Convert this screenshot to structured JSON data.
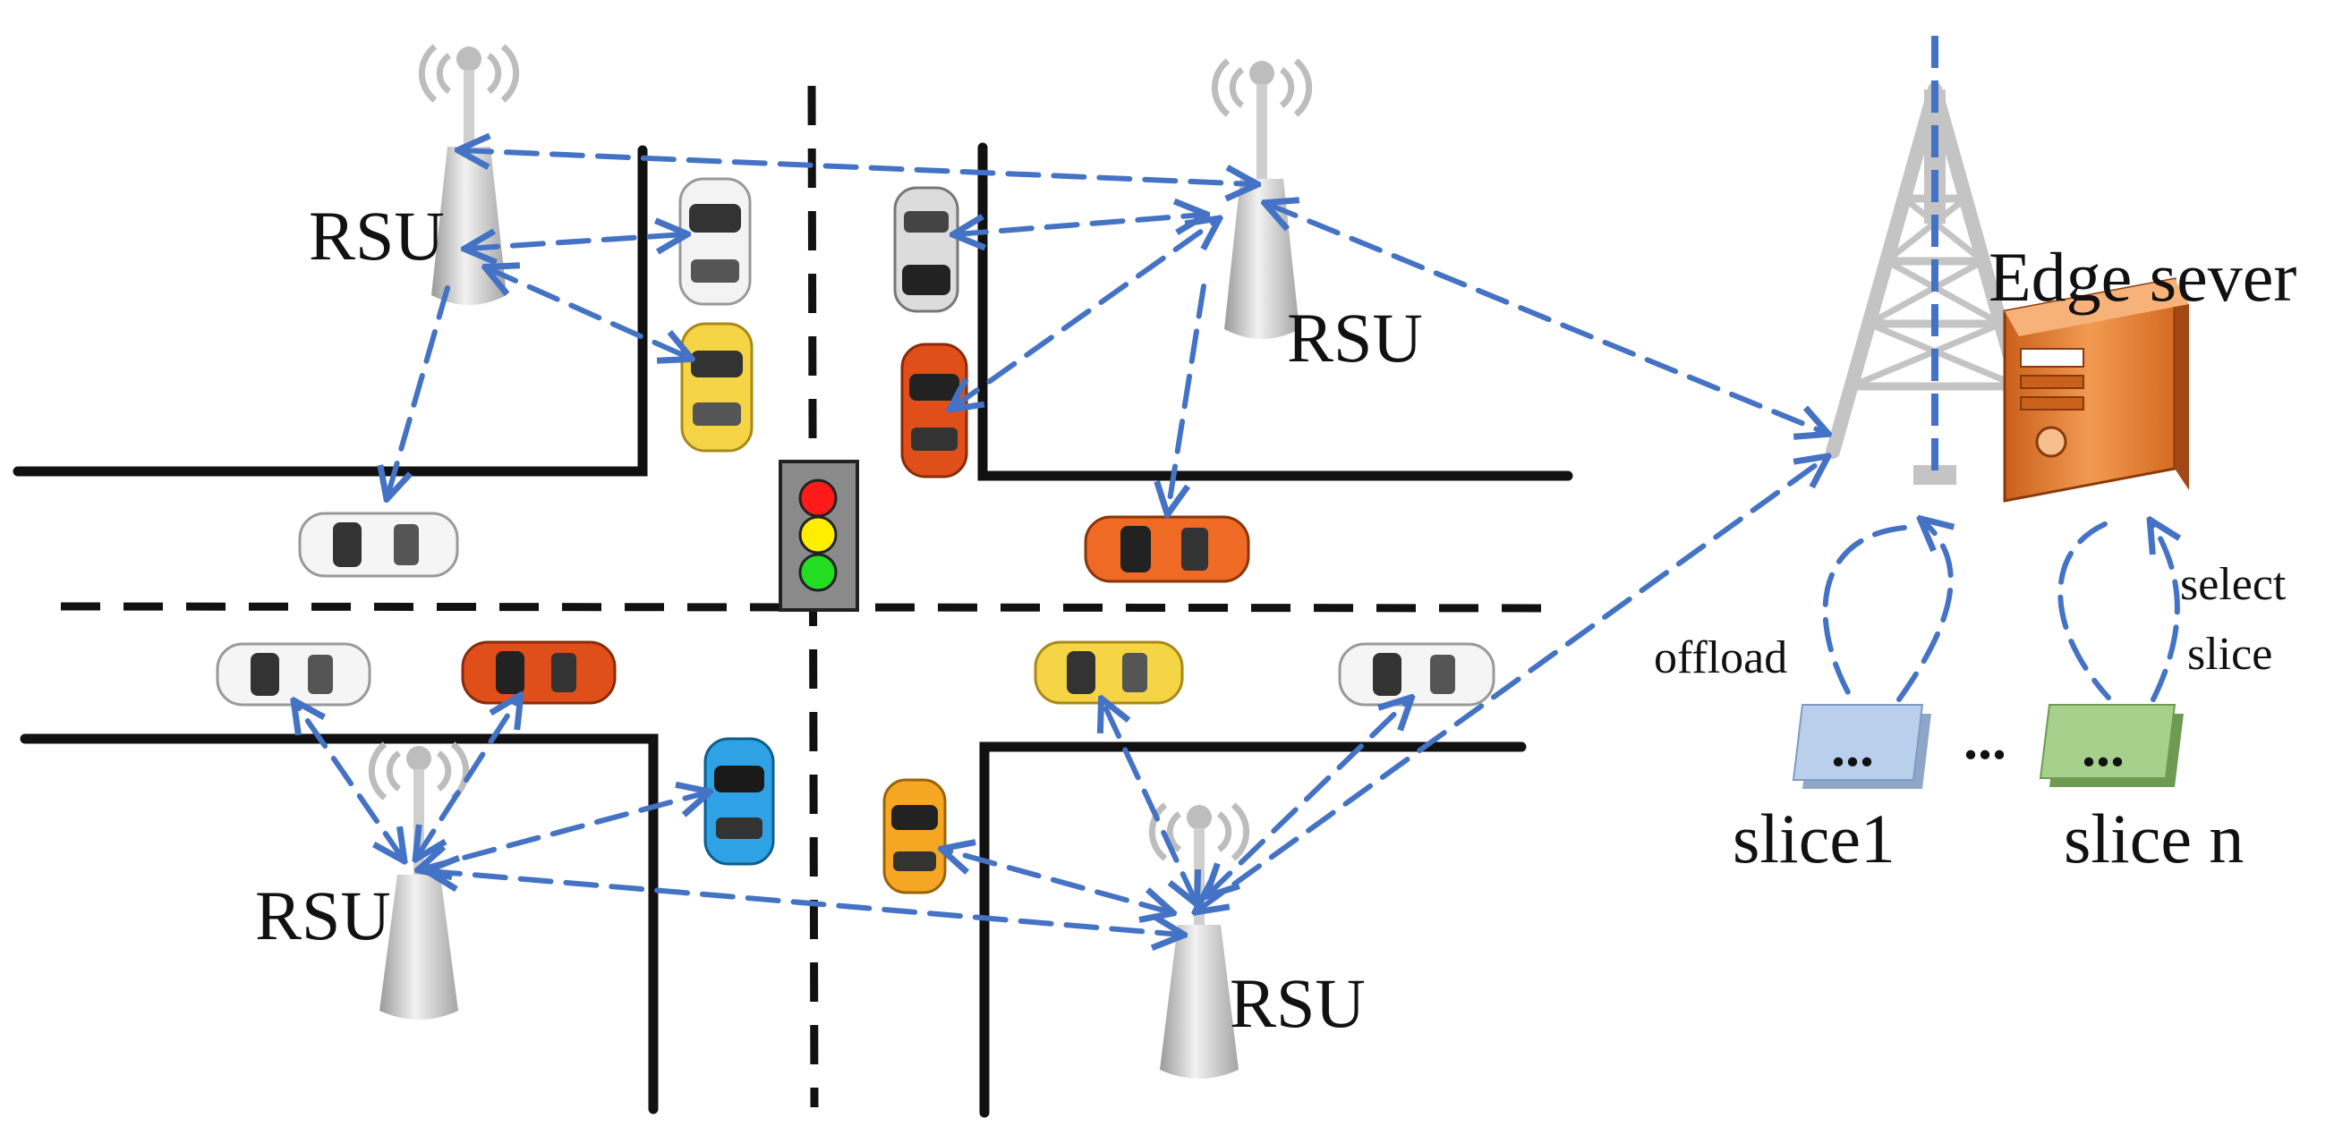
{
  "labels": {
    "rsu_top_left": "RSU",
    "rsu_top_right": "RSU",
    "rsu_bottom_left": "RSU",
    "rsu_bottom_right": "RSU",
    "edge_server": "Edge sever",
    "offload": "offload",
    "select_line1": "select",
    "select_line2": "slice",
    "slice1": "slice1",
    "slice_n": "slice n",
    "slice1_content": "...",
    "slice_n_content": "...",
    "between_slices": "..."
  },
  "colors": {
    "arrow": "#4472c4",
    "road": "#111111",
    "tower": "#c8c8c8",
    "server": "#e8833a",
    "slice1": "#b9cfec",
    "slice_n": "#a7d08c"
  }
}
